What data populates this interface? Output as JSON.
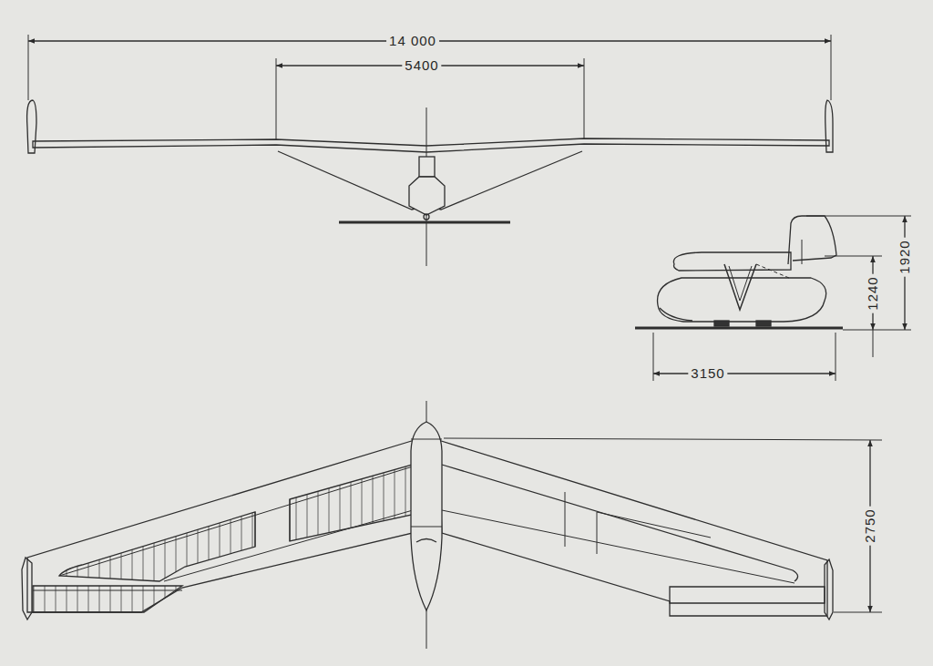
{
  "diagram": {
    "labels": [
      "14 000",
      "5400",
      "1920",
      "1240",
      "3150",
      "2750"
    ]
  }
}
